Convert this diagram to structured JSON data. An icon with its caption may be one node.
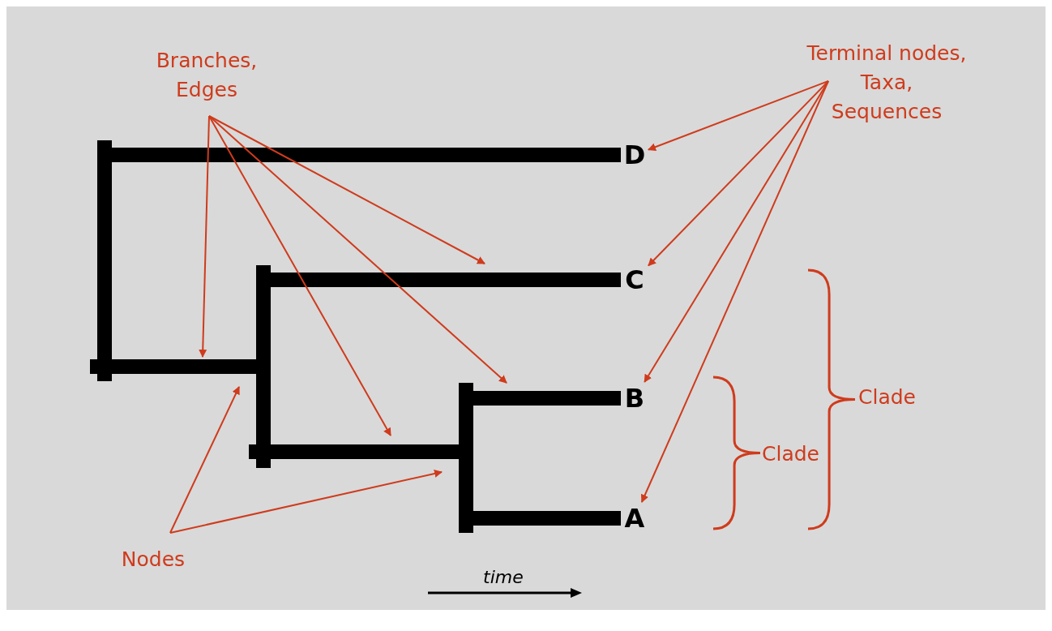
{
  "diagram": {
    "nodes": [
      {
        "text": [
          "Branches, Edges"
        ]
      },
      {
        "text": [
          "Terminal nodes, Taxa, Sequences"
        ]
      },
      {
        "text": [
          "Nodes"
        ]
      },
      {
        "text": [
          "D"
        ]
      },
      {
        "text": [
          "C"
        ]
      },
      {
        "text": [
          "B"
        ]
      },
      {
        "text": [
          "A"
        ]
      }
    ],
    "edges": [
      {
        "from": 0,
        "to": null,
        "arrow": "to"
      },
      {
        "from": 0,
        "to": null,
        "arrow": "to"
      },
      {
        "from": 0,
        "to": null,
        "arrow": "to"
      },
      {
        "from": 0,
        "to": null,
        "arrow": "to"
      },
      {
        "from": 1,
        "to": 3,
        "arrow": "to"
      },
      {
        "from": 1,
        "to": 4,
        "arrow": "to"
      },
      {
        "from": 1,
        "to": 5,
        "arrow": "to"
      },
      {
        "from": 1,
        "to": 6,
        "arrow": "to"
      },
      {
        "from": 2,
        "to": null,
        "arrow": "to"
      },
      {
        "from": 2,
        "to": null,
        "arrow": "to"
      }
    ],
    "labels": [
      "Clade",
      "Clade",
      "time"
    ]
  }
}
